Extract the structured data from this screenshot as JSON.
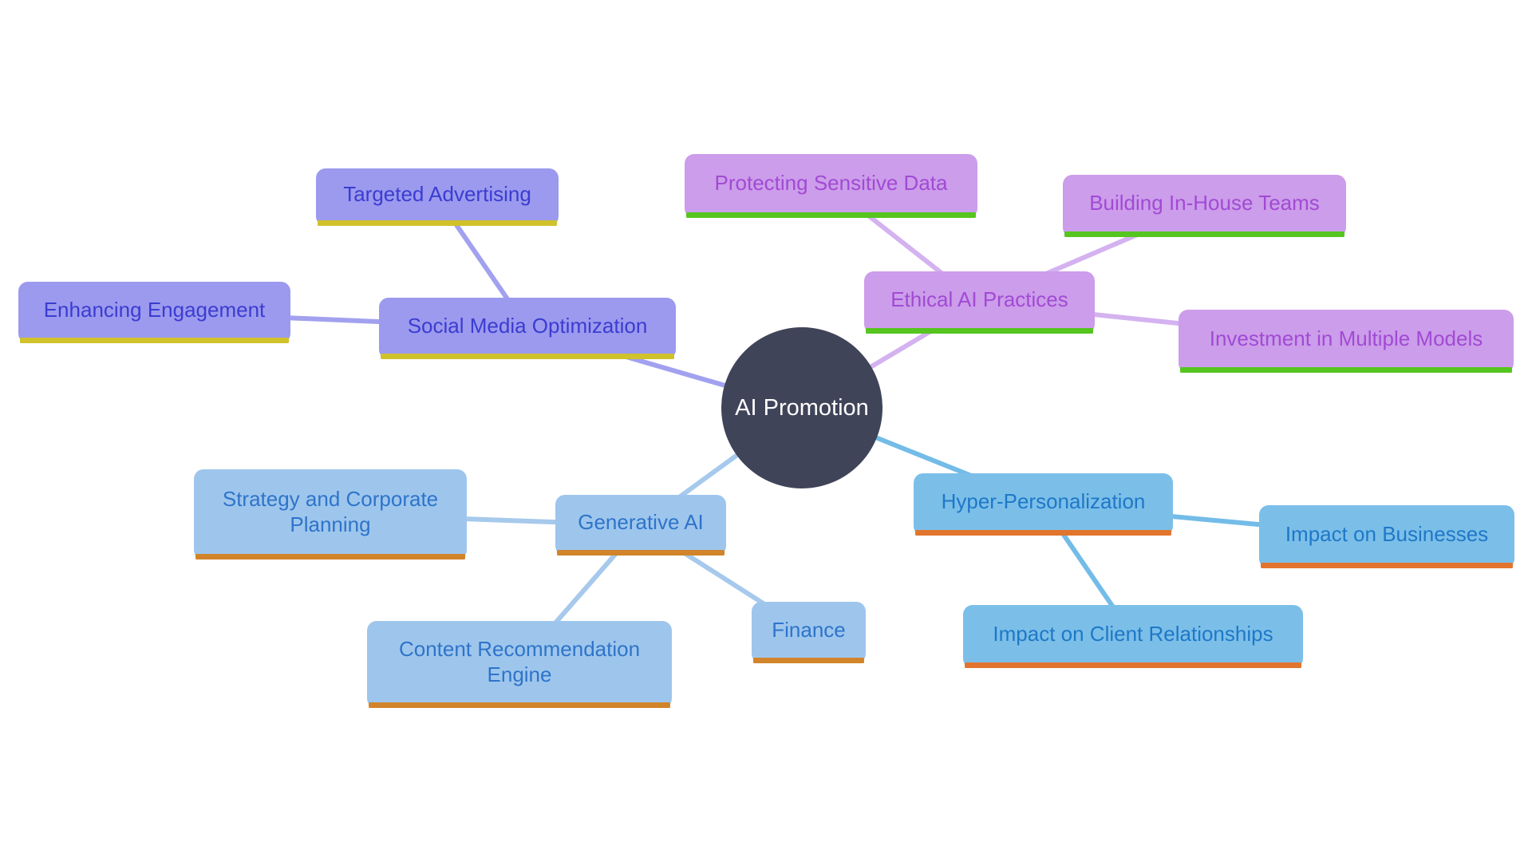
{
  "diagram": {
    "type": "mindmap",
    "background": "#ffffff"
  },
  "center": {
    "id": "ai-promotion",
    "label": "AI Promotion",
    "bg": "#404459",
    "text": "#ffffff"
  },
  "branches": {
    "social": {
      "bg": "#9b9aee",
      "text": "#3c3cd1",
      "underline": "#d0c22a",
      "edge": "#a2a1ef"
    },
    "ethical": {
      "bg": "#cc9dea",
      "text": "#a14ad4",
      "underline": "#56c51f",
      "edge": "#d4b2f0"
    },
    "genai": {
      "bg": "#9ec6ed",
      "text": "#2e74c9",
      "underline": "#d1842a",
      "edge": "#a6c9ec"
    },
    "hyper": {
      "bg": "#7bbfe9",
      "text": "#1f78c6",
      "underline": "#e2752d",
      "edge": "#74bce8"
    }
  },
  "nodes": [
    {
      "id": "targeted-advertising",
      "label": "Targeted Advertising",
      "branch": "social",
      "parent": "social-media-optimization"
    },
    {
      "id": "enhancing-engagement",
      "label": "Enhancing Engagement",
      "branch": "social",
      "parent": "social-media-optimization"
    },
    {
      "id": "social-media-optimization",
      "label": "Social Media Optimization",
      "branch": "social",
      "parent": "ai-promotion"
    },
    {
      "id": "protecting-sensitive-data",
      "label": "Protecting Sensitive Data",
      "branch": "ethical",
      "parent": "ethical-ai-practices"
    },
    {
      "id": "building-in-house-teams",
      "label": "Building In-House Teams",
      "branch": "ethical",
      "parent": "ethical-ai-practices"
    },
    {
      "id": "ethical-ai-practices",
      "label": "Ethical AI Practices",
      "branch": "ethical",
      "parent": "ai-promotion"
    },
    {
      "id": "investment-in-multiple-models",
      "label": "Investment in Multiple Models",
      "branch": "ethical",
      "parent": "ethical-ai-practices"
    },
    {
      "id": "strategy-and-corporate-planning",
      "label": "Strategy and Corporate Planning",
      "branch": "genai",
      "parent": "generative-ai"
    },
    {
      "id": "generative-ai",
      "label": "Generative AI",
      "branch": "genai",
      "parent": "ai-promotion"
    },
    {
      "id": "content-recommendation-engine",
      "label": "Content Recommendation Engine",
      "branch": "genai",
      "parent": "generative-ai"
    },
    {
      "id": "finance",
      "label": "Finance",
      "branch": "genai",
      "parent": "generative-ai"
    },
    {
      "id": "hyper-personalization",
      "label": "Hyper-Personalization",
      "branch": "hyper",
      "parent": "ai-promotion"
    },
    {
      "id": "impact-on-businesses",
      "label": "Impact on Businesses",
      "branch": "hyper",
      "parent": "hyper-personalization"
    },
    {
      "id": "impact-on-client-relationships",
      "label": "Impact on Client Relationships",
      "branch": "hyper",
      "parent": "hyper-personalization"
    }
  ]
}
